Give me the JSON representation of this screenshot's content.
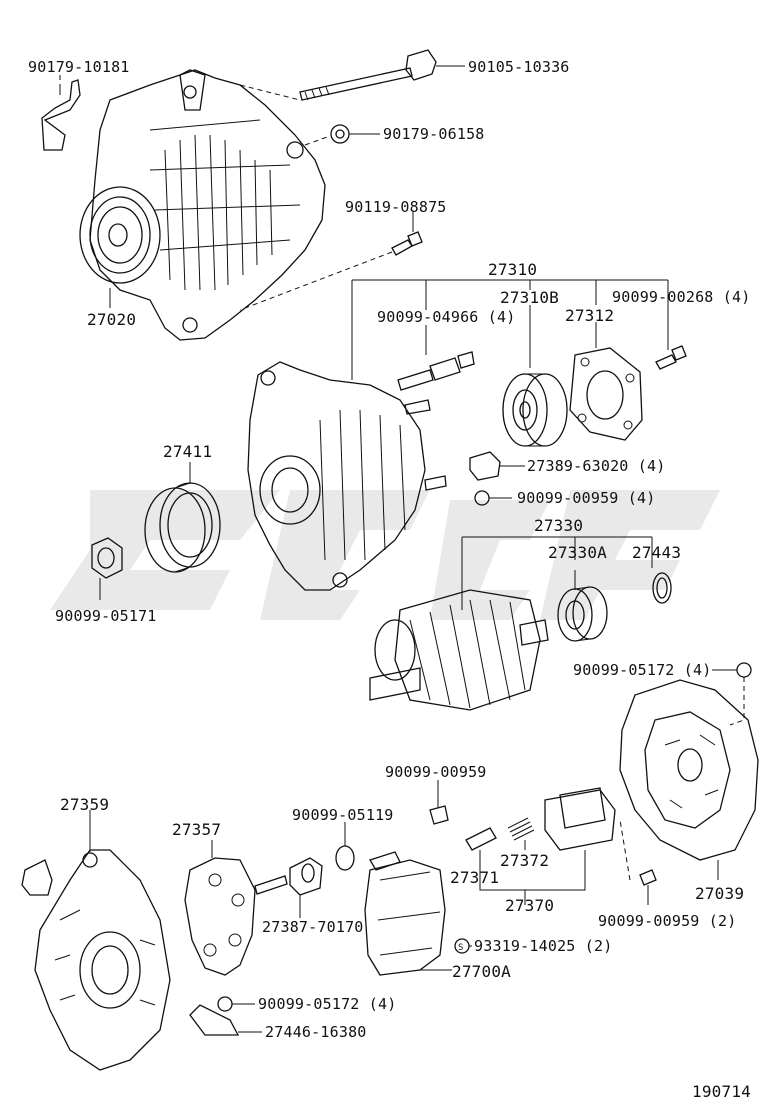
{
  "diagram_id": "190714",
  "watermark_color": "#9e9e9e",
  "labels": {
    "p90179_10181": "90179-10181",
    "p90105_10336": "90105-10336",
    "p90179_06158": "90179-06158",
    "p90119_08875": "90119-08875",
    "p27020": "27020",
    "p27310": "27310",
    "p27310b": "27310B",
    "p90099_04966": "90099-04966 (4)",
    "p90099_00268": "90099-00268 (4)",
    "p27312": "27312",
    "p27411": "27411",
    "p27389_63020": "27389-63020 (4)",
    "p90099_00959_4": "90099-00959 (4)",
    "p27330": "27330",
    "p27330a": "27330A",
    "p27443": "27443",
    "p90099_05171": "90099-05171",
    "p90099_05172_top": "90099-05172 (4)",
    "p90099_00959_a": "90099-00959",
    "p27359": "27359",
    "p27357": "27357",
    "p90099_05119": "90099-05119",
    "p27372": "27372",
    "p27371": "27371",
    "p27370": "27370",
    "p27039": "27039",
    "p90099_00959_2": "90099-00959 (2)",
    "p27387_70170": "27387-70170",
    "p93319_14025": "93319-14025 (2)",
    "p27700a": "27700A",
    "p90099_05172_bot": "90099-05172 (4)",
    "p27446_16380": "27446-16380"
  }
}
